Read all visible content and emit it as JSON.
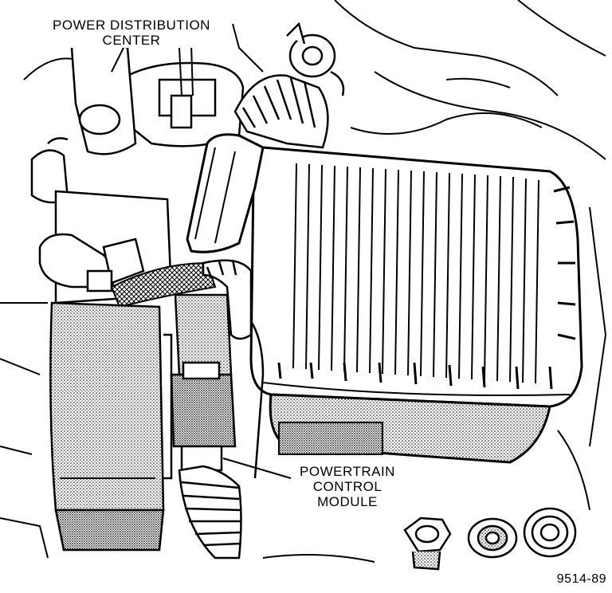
{
  "labels": {
    "power_distribution_center": [
      "POWER DISTRIBUTION",
      "CENTER"
    ],
    "powertrain_control_module": [
      "POWERTRAIN",
      "CONTROL",
      "MODULE"
    ],
    "figure_id": "9514-89"
  },
  "colors": {
    "ink": "#000000",
    "paper": "#ffffff"
  }
}
